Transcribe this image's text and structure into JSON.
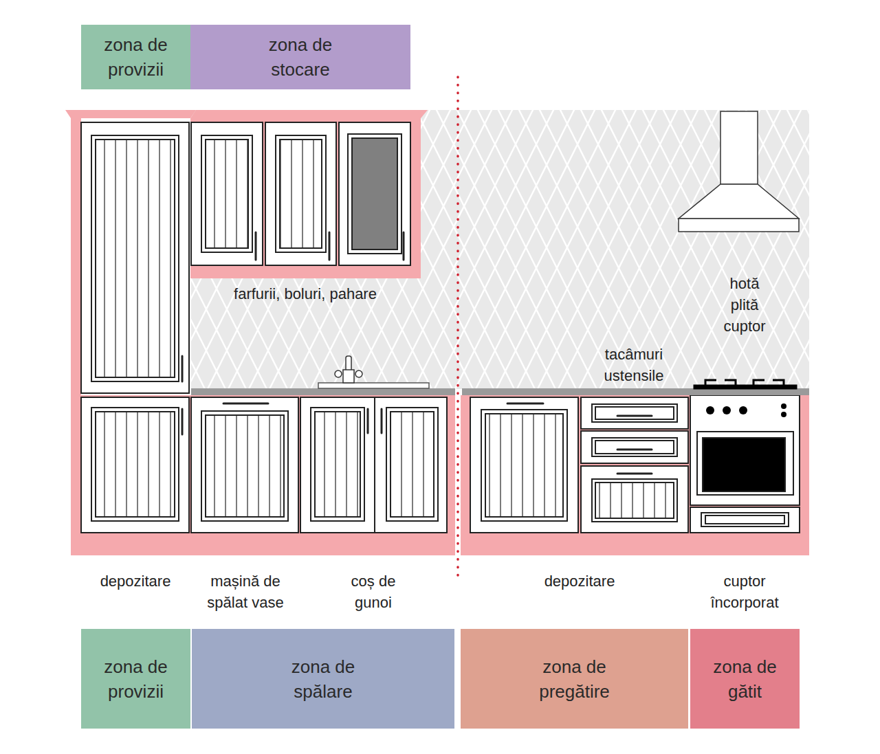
{
  "diagram": {
    "nodes": [
      {
        "text": [
          "zona de provizii"
        ]
      },
      {
        "text": [
          "zona de stocare"
        ]
      },
      {
        "text": [
          "zona de provizii"
        ]
      },
      {
        "text": [
          "zona de spălare"
        ]
      },
      {
        "text": [
          "zona de pregătire"
        ]
      },
      {
        "text": [
          "zona de gătit"
        ]
      }
    ],
    "labels": [
      "hotă plită cuptor",
      "farfurii, boluri, pahare",
      "tacâmuri ustensile",
      "depozitare",
      "mașină de spălat vase",
      "coș de gunoi",
      "depozitare",
      "cuptor încorporat"
    ]
  }
}
